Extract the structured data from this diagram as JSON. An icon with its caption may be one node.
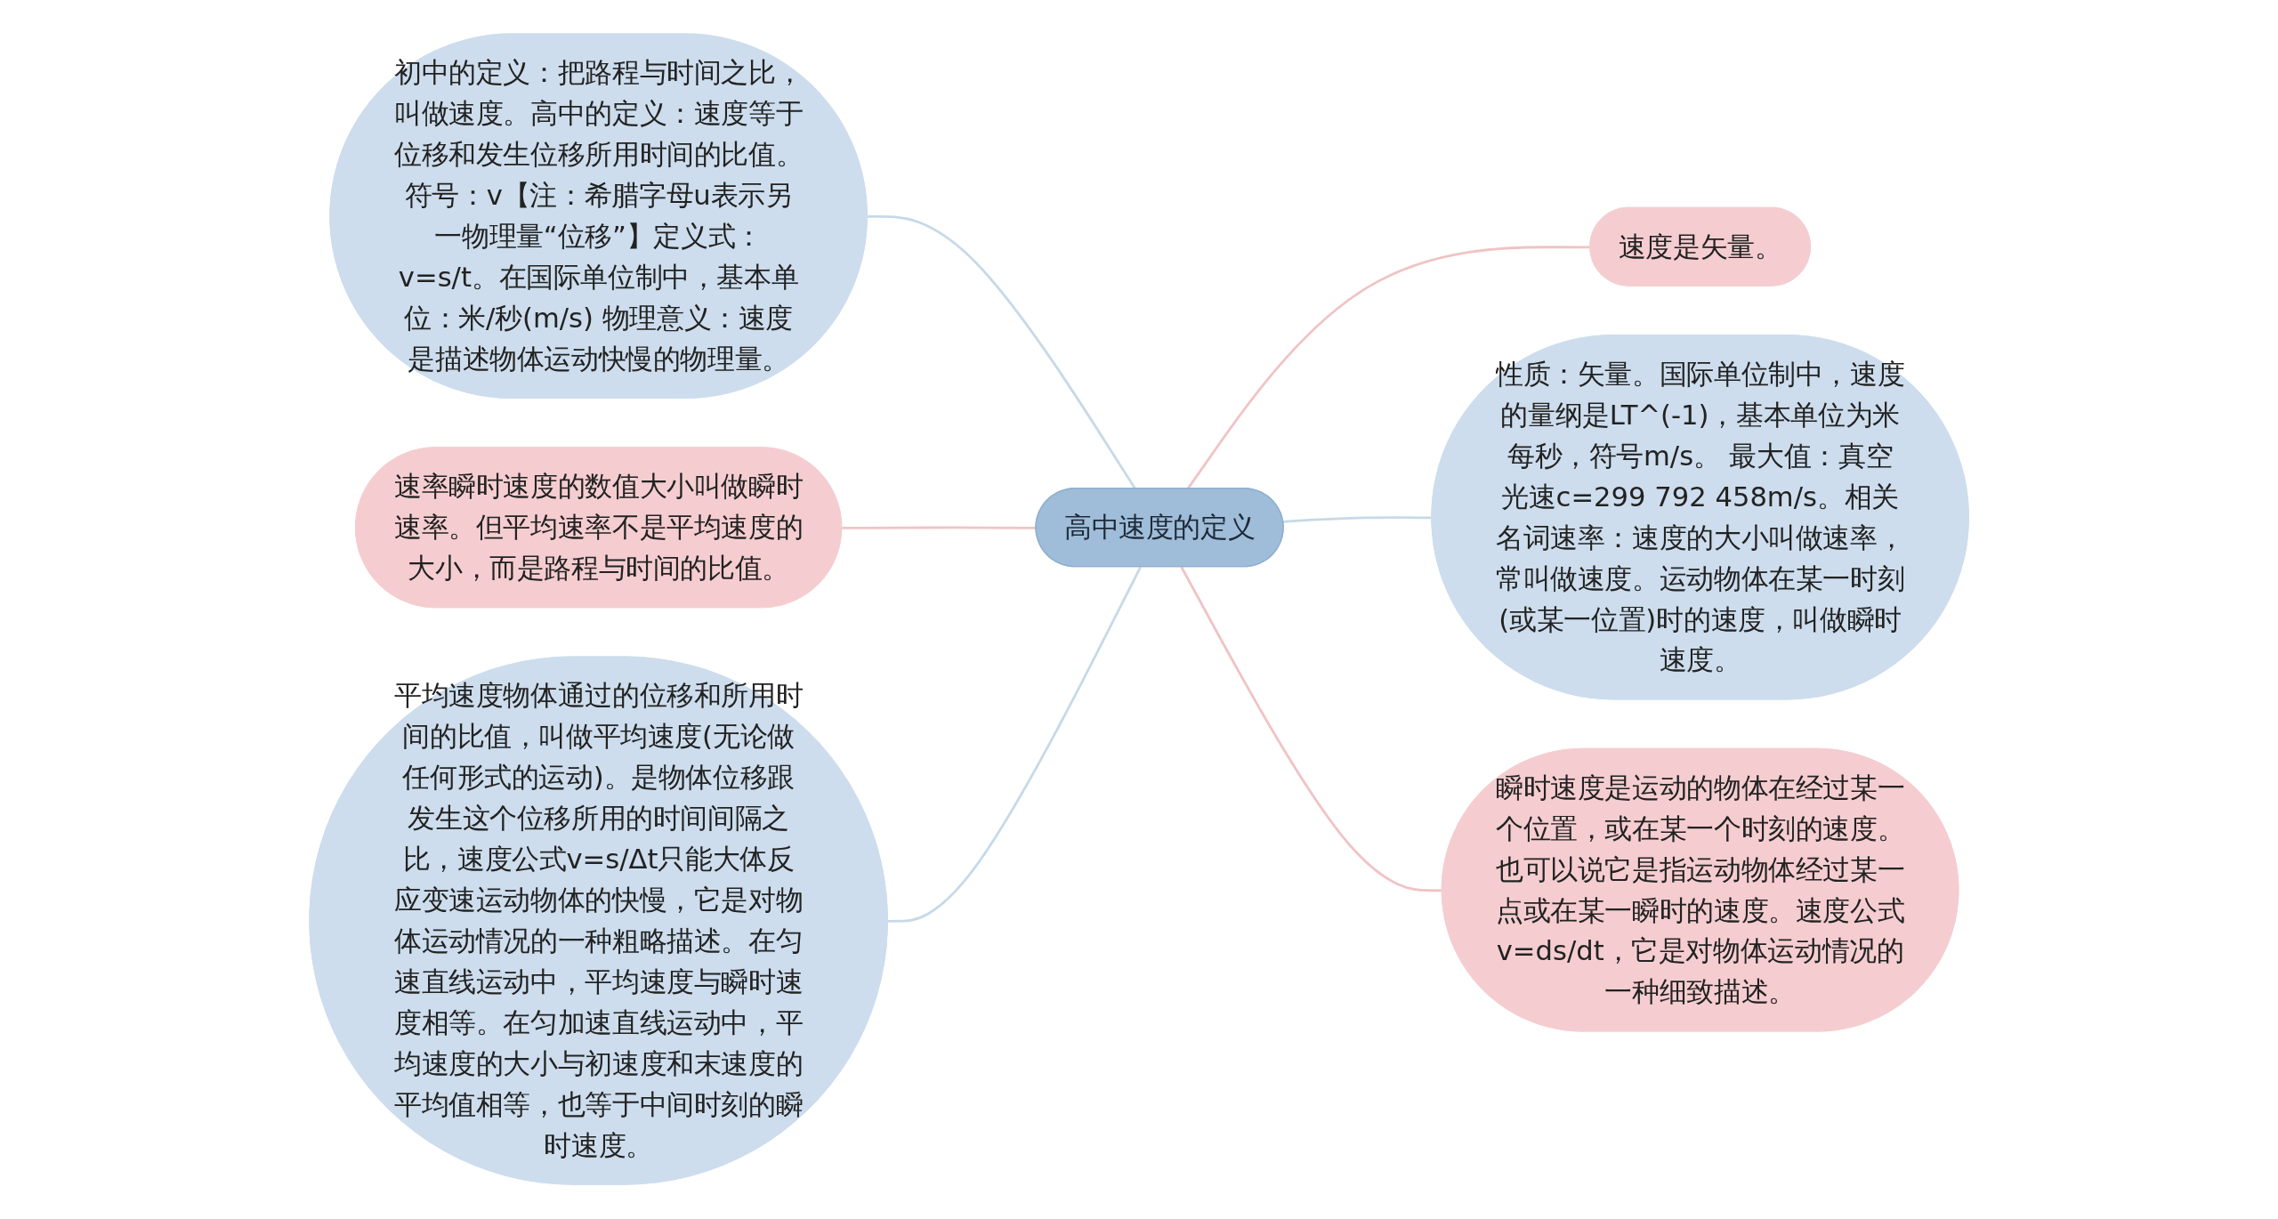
{
  "diagram": {
    "nodes": [
      {
        "text": [
          "高中速度的定义"
        ]
      },
      {
        "text": [
          "初中的定义：把路程与时间之比，叫做速度。高中的定义：速度等于位移和发生位移所用时间的比值。符号：v【注：希腊字母u表示另一物理量“位移”】定义式：v=s/t。在国际单位制中，基本单位：米/秒(m/s) 物理意义：速度是描述物体运动快慢的物理量。"
        ]
      },
      {
        "text": [
          "速率瞬时速度的数值大小叫做瞬时速率。但平均速率不是平均速度的大小，而是路程与时间的比值。"
        ]
      },
      {
        "text": [
          "平均速度物体通过的位移和所用时间的比值，叫做平均速度(无论做任何形式的运动)。是物体位移跟发生这个位移所用的时间间隔之比，速度公式v=s/Δt只能大体反应变速运动物体的快慢，它是对物体运动情况的一种粗略描述。在匀速直线运动中，平均速度与瞬时速度相等。在匀加速直线运动中，平均速度的大小与初速度和末速度的平均值相等，也等于中间时刻的瞬时速度。"
        ]
      },
      {
        "text": [
          "速度是矢量。"
        ]
      },
      {
        "text": [
          "性质：矢量。国际单位制中，速度的量纲是LT^(-1)，基本单位为米每秒，符号m/s。 最大值：真空光速c=299 792 458m/s。相关名词速率：速度的大小叫做速率，常叫做速度。运动物体在某一时刻(或某一位置)时的速度，叫做瞬时速度。"
        ]
      },
      {
        "text": [
          "瞬时速度是运动的物体在经过某一个位置，或在某一个时刻的速度。也可以说它是指运动物体经过某一点或在某一瞬时的速度。速度公式v=ds/dt，它是对物体运动情况的一种细致描述。"
        ]
      }
    ],
    "edges": [
      {
        "from": 0,
        "to": 1,
        "arrow": "none",
        "color": "#c6d9e8"
      },
      {
        "from": 0,
        "to": 2,
        "arrow": "none",
        "color": "#f0c3c5"
      },
      {
        "from": 0,
        "to": 3,
        "arrow": "none",
        "color": "#c6d9e8"
      },
      {
        "from": 0,
        "to": 4,
        "arrow": "none",
        "color": "#f0c3c5"
      },
      {
        "from": 0,
        "to": 5,
        "arrow": "none",
        "color": "#c6d9e8"
      },
      {
        "from": 0,
        "to": 6,
        "arrow": "none",
        "color": "#f0c3c5"
      }
    ]
  }
}
